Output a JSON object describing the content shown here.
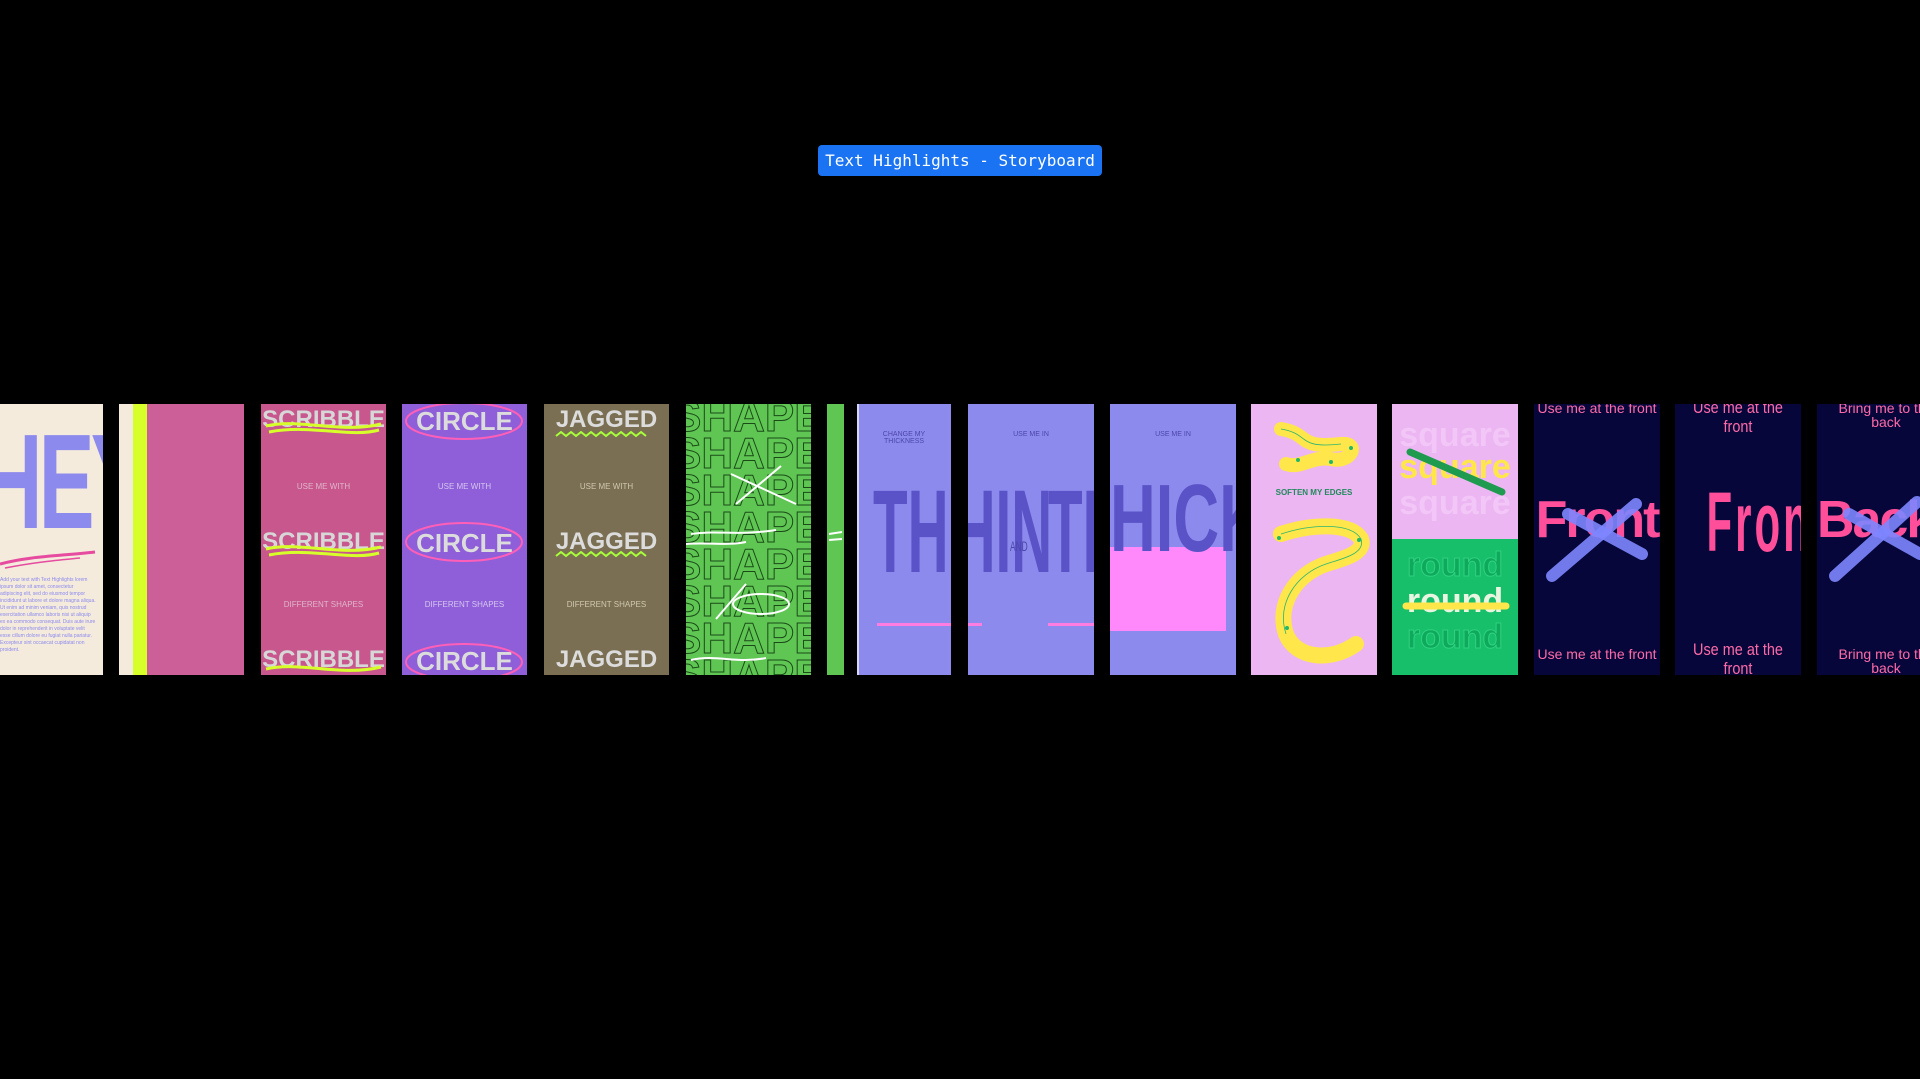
{
  "board": {
    "title": "Text Highlights - Storyboard",
    "accent": "#1a73f2",
    "background": "#000000"
  },
  "frames": {
    "f1": {
      "headline": "HEY",
      "body": "Add your text with Text Highlights lorem ipsum dolor sit amet, consectetur adipiscing elit, sed do eiusmod tempor incididunt ut labore et dolore magna aliqua. Ut enim ad minim veniam, quis nostrud exercitation ullamco laboris nisi ut aliquip ex ea commodo consequat. Duis aute irure dolor in reprehenderit in voluptate velit esse cillum dolore eu fugiat nulla pariatur. Excepteur sint occaecat cupidatat non proident."
    },
    "f2": {
      "colors": [
        "#f4ebdc",
        "#d7ff2a",
        "#cc5f97"
      ]
    },
    "f3": {
      "word": "SCRIBBLE",
      "line1": "USE ME WITH",
      "line2": "DIFFERENT SHAPES"
    },
    "f4": {
      "word": "CIRCLE",
      "line1": "USE ME WITH",
      "line2": "DIFFERENT SHAPES"
    },
    "f5": {
      "word": "JAGGED",
      "line1": "USE ME WITH",
      "line2": "DIFFERENT SHAPES"
    },
    "f6": {
      "word": "SHAPES"
    },
    "f8": {
      "caption": "CHANGE MY THICKNESS",
      "word": "THIN"
    },
    "f9": {
      "caption": "USE ME IN",
      "and": "AND",
      "word": "TH"
    },
    "f10": {
      "caption": "USE ME IN",
      "word": "HICK"
    },
    "f11": {
      "caption": "SOFTEN MY EDGES"
    },
    "f12": {
      "word_top": "square",
      "word_bottom": "round"
    },
    "f13": {
      "top": "Use me at the front",
      "word": "Front",
      "bottom": "Use me at the front"
    },
    "f14": {
      "top": "Use me at the front",
      "word": "Front",
      "bottom": "Use me at the front"
    },
    "f15": {
      "top": "Bring me to the back",
      "word": "Back",
      "bottom": "Bring me to the back"
    }
  }
}
